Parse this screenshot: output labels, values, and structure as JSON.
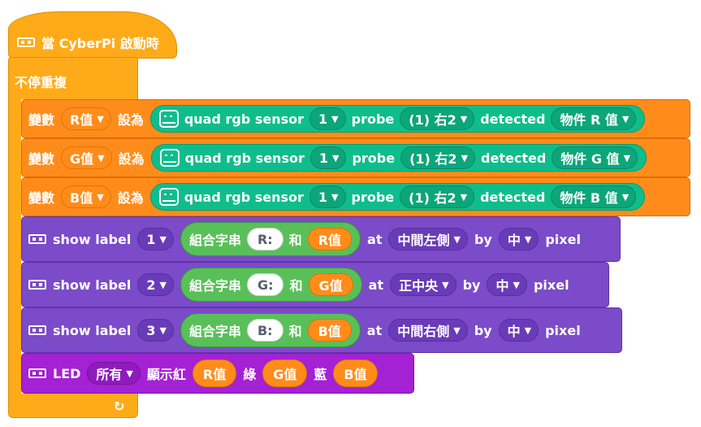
{
  "hat": {
    "label": "當 CyberPi 啟動時",
    "icon": "cyberpi-icon"
  },
  "forever": {
    "label": "不停重複",
    "icon": "loop-arrow-icon"
  },
  "set_blocks": [
    {
      "prefix": "變數",
      "variable": "R值",
      "mid": "設為",
      "sensor": "quad rgb sensor",
      "index": "1",
      "probe_label": "probe",
      "probe": "(1) 右2",
      "detected_label": "detected",
      "property": "物件 R 值"
    },
    {
      "prefix": "變數",
      "variable": "G值",
      "mid": "設為",
      "sensor": "quad rgb sensor",
      "index": "1",
      "probe_label": "probe",
      "probe": "(1) 右2",
      "detected_label": "detected",
      "property": "物件 G 值"
    },
    {
      "prefix": "變數",
      "variable": "B值",
      "mid": "設為",
      "sensor": "quad rgb sensor",
      "index": "1",
      "probe_label": "probe",
      "probe": "(1) 右2",
      "detected_label": "detected",
      "property": "物件 B 值"
    }
  ],
  "label_blocks": [
    {
      "cmd": "show label",
      "num": "1",
      "join": "組合字串",
      "text": "R:",
      "and": "和",
      "var": "R值",
      "at": "at",
      "pos": "中間左側",
      "by": "by",
      "size": "中",
      "pixel": "pixel"
    },
    {
      "cmd": "show label",
      "num": "2",
      "join": "組合字串",
      "text": "G:",
      "and": "和",
      "var": "G值",
      "at": "at",
      "pos": "正中央",
      "by": "by",
      "size": "中",
      "pixel": "pixel"
    },
    {
      "cmd": "show label",
      "num": "3",
      "join": "組合字串",
      "text": "B:",
      "and": "和",
      "var": "B值",
      "at": "at",
      "pos": "中間右側",
      "by": "by",
      "size": "中",
      "pixel": "pixel"
    }
  ],
  "led_block": {
    "cmd": "LED",
    "which": "所有",
    "show_red": "顯示紅",
    "r": "R值",
    "green": "綠",
    "g": "G值",
    "blue": "藍",
    "b": "B值"
  },
  "colors": {
    "events": "#ffab19",
    "variables": "#ff8c1a",
    "sensor": "#0fbd8c",
    "display": "#7b4bc9",
    "led": "#a421d4",
    "operators": "#59c059"
  }
}
